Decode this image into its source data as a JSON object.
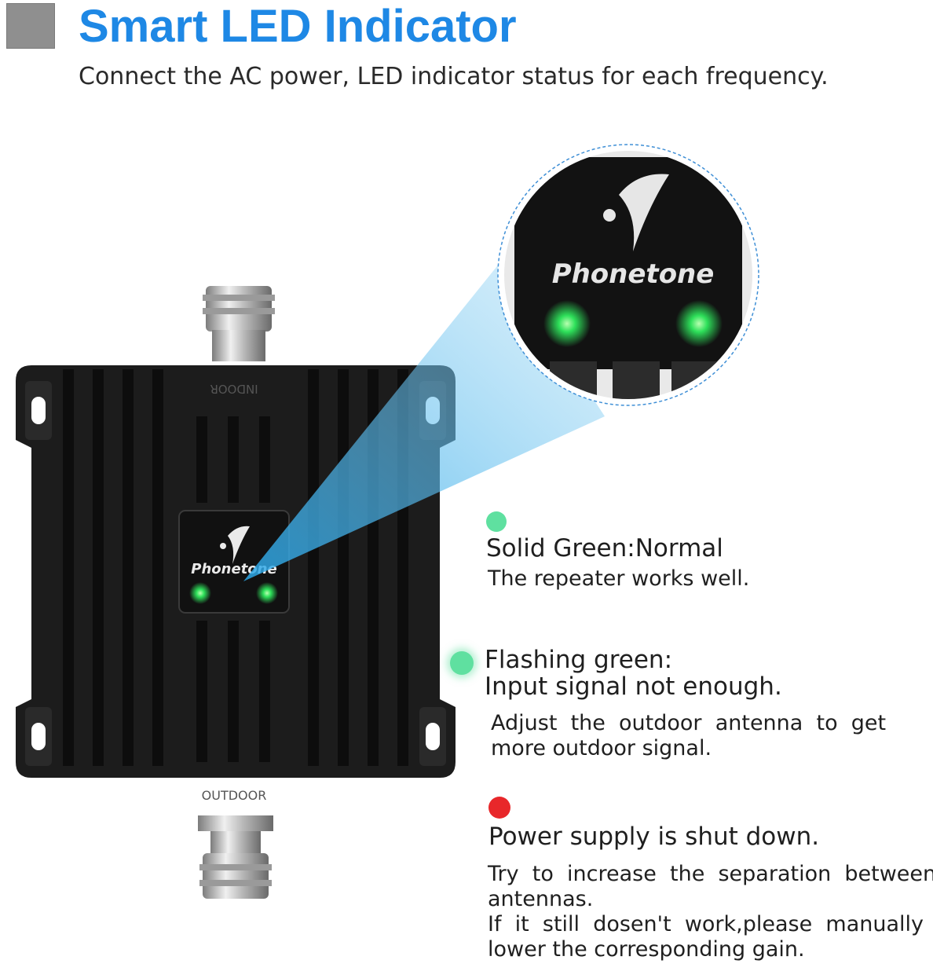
{
  "header": {
    "title": "Smart LED Indicator",
    "subtitle": "Connect the AC power, LED indicator status  for each frequency."
  },
  "device": {
    "brand": "Phonetone",
    "port_top_label": "INDOOR",
    "port_bottom_label": "OUTDOOR"
  },
  "status": [
    {
      "color": "#5fe0a0",
      "title": "Solid Green:Normal",
      "lines": [
        "The repeater works well."
      ]
    },
    {
      "color": "#5fe0a0",
      "title": "Flashing green:",
      "lines": [
        "Input signal not enough."
      ],
      "detail": [
        "Adjust  the  outdoor  antenna  to  get",
        "more outdoor signal."
      ]
    },
    {
      "color": "#e8272a",
      "title": "Power supply is shut down.",
      "detail": [
        "Try  to  increase  the  separation  between",
        "antennas.",
        "If  it  still  dosen't  work,please  manually",
        "lower the corresponding gain."
      ]
    }
  ],
  "colors": {
    "accent": "#1e88e5",
    "led_green": "#2ee05a",
    "status_green": "#5fe0a0",
    "status_red": "#e8272a"
  }
}
